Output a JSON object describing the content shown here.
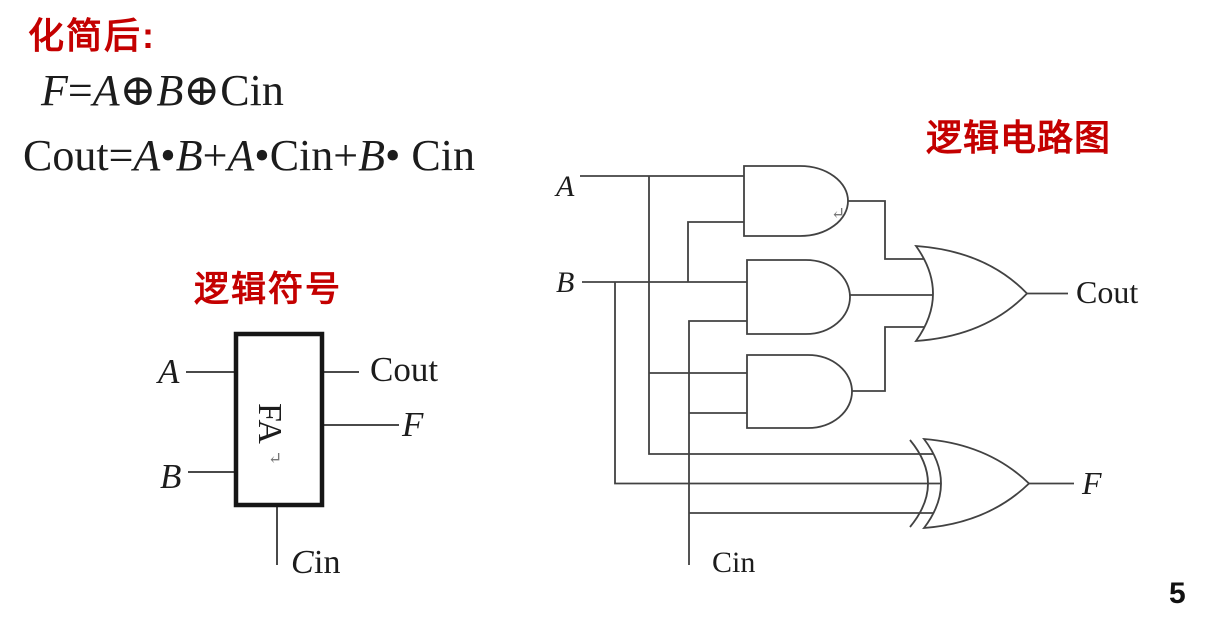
{
  "page": {
    "number": "5"
  },
  "colors": {
    "accent_red": "#c40000",
    "ink": "#1c1c1c",
    "wire": "#424242"
  },
  "headings": {
    "simplified": "化简后:",
    "logic_symbol": "逻辑符号",
    "logic_circuit": "逻辑电路图"
  },
  "formulas": {
    "sum": [
      {
        "t": "F",
        "i": 1
      },
      {
        "t": "=",
        "i": 0
      },
      {
        "t": "A",
        "i": 1
      },
      {
        "t": "⊕",
        "i": 0
      },
      {
        "t": "B",
        "i": 1
      },
      {
        "t": "⊕Cin",
        "i": 0
      }
    ],
    "carry": [
      {
        "t": "Cout=",
        "i": 0
      },
      {
        "t": "A",
        "i": 1
      },
      {
        "t": "•",
        "i": 0
      },
      {
        "t": "B",
        "i": 1
      },
      {
        "t": "+",
        "i": 0
      },
      {
        "t": "A",
        "i": 1
      },
      {
        "t": "•Cin+",
        "i": 0
      },
      {
        "t": "B",
        "i": 1
      },
      {
        "t": "• Cin",
        "i": 0
      }
    ]
  },
  "symbol": {
    "box_label": "FA",
    "return_mark": "↵",
    "input_a": "A",
    "input_b": "B",
    "output_cout": "Cout",
    "output_f": "F",
    "cin_c": "C",
    "cin_rest": "in"
  },
  "circuit": {
    "input_a": "A",
    "input_b": "B",
    "input_cin": "Cin",
    "output_cout": "Cout",
    "output_f": "F",
    "return_mark": "↵",
    "gates": [
      "AND",
      "AND",
      "AND",
      "OR",
      "XOR"
    ]
  }
}
